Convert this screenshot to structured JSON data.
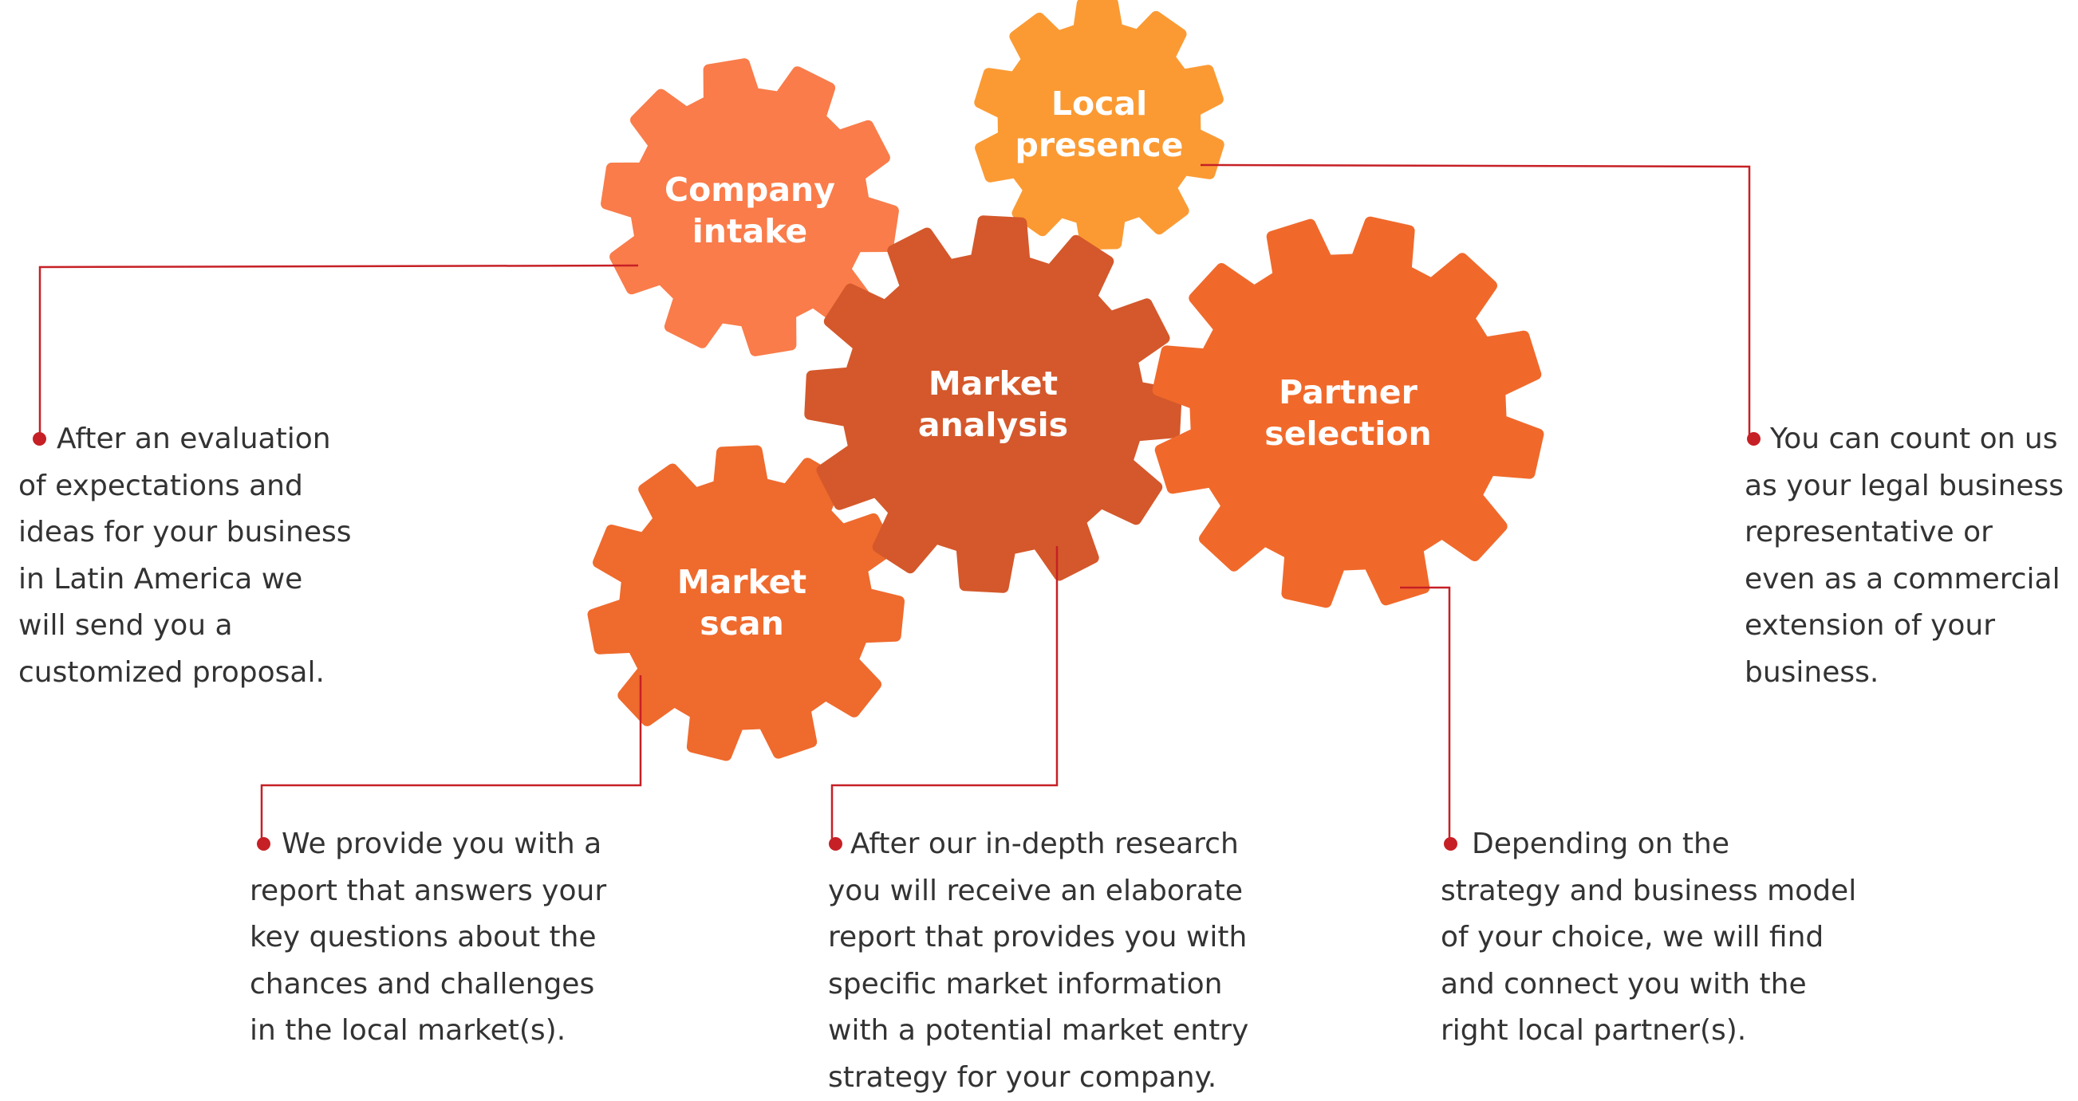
{
  "colors": {
    "gear_company": "#f97c4a",
    "gear_local": "#fb9a33",
    "gear_analysis": "#d4582b",
    "gear_scan": "#ef6a2d",
    "gear_partner": "#f0692b",
    "connector": "#c62026",
    "text": "#333333",
    "label": "#ffffff"
  },
  "gears": [
    {
      "id": "company",
      "lines": [
        "Company",
        "intake"
      ]
    },
    {
      "id": "local",
      "lines": [
        "Local",
        "presence"
      ]
    },
    {
      "id": "analysis",
      "lines": [
        "Market",
        "analysis"
      ]
    },
    {
      "id": "scan",
      "lines": [
        "Market",
        "scan"
      ]
    },
    {
      "id": "partner",
      "lines": [
        "Partner",
        "selection"
      ]
    }
  ],
  "descriptions": {
    "company": [
      "After an evaluation",
      "of expectations and",
      "ideas for your business",
      "in Latin America we",
      "will send you a",
      "customized proposal."
    ],
    "scan": [
      "We provide you with a",
      "report that answers your",
      "key questions about the",
      "chances and challenges",
      "in the local market(s)."
    ],
    "analysis": [
      "After our in-depth research",
      "you will receive an elaborate",
      "report that provides you with",
      "specific market information",
      "with a potential market entry",
      "strategy for your company."
    ],
    "partner": [
      "Depending on the",
      "strategy and business model",
      "of your choice, we will find",
      "and connect you with the",
      "right local partner(s)."
    ],
    "local": [
      "You can count on us",
      "as your legal business",
      "representative or",
      "even as a commercial",
      "extension of your",
      "business."
    ]
  }
}
